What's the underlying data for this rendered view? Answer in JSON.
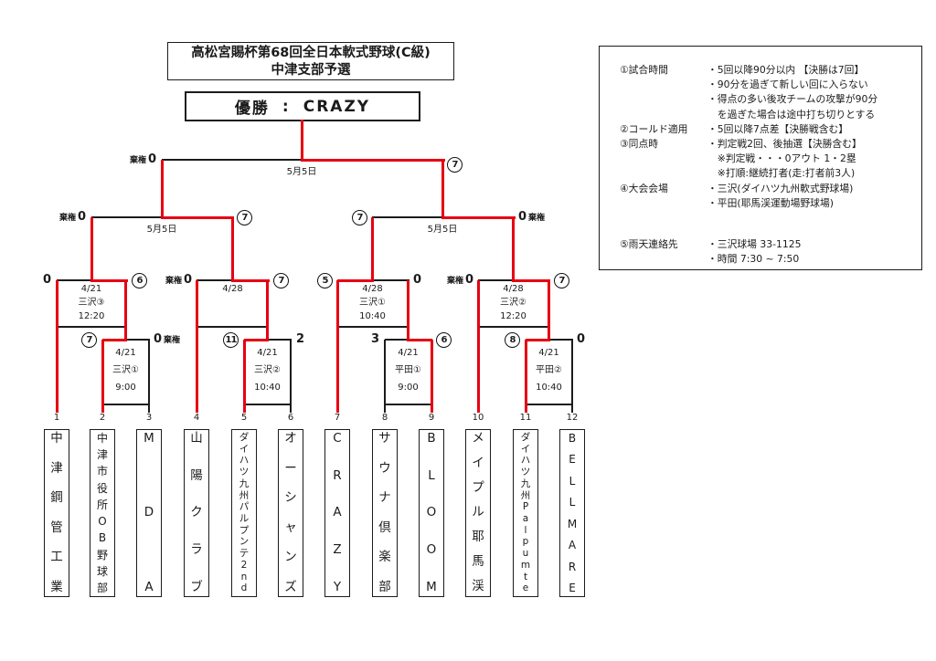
{
  "title": {
    "line1": "高松宮賜杯第68回全日本軟式野球(C級)",
    "line2": "中津支部予選"
  },
  "champion": {
    "label": "優勝",
    "separator": ":",
    "name": "CRAZY"
  },
  "colors": {
    "line_red": "#e60012",
    "line_black": "#1b1b1b"
  },
  "forfeit_note": "棄権",
  "rounds": {
    "final": {
      "date": "5月5日",
      "left": {
        "note": "棄権",
        "score": "0"
      },
      "right": {
        "score": "7",
        "circled": true
      }
    },
    "semi_left": {
      "date": "5月5日",
      "left": {
        "note": "棄権",
        "score": "0"
      },
      "right": {
        "score": "7",
        "circled": true
      }
    },
    "semi_right": {
      "date": "5月5日",
      "left": {
        "score": "7",
        "circled": true
      },
      "right": {
        "score": "0",
        "note": "棄権"
      }
    },
    "qf1": {
      "date": "4/21",
      "venue": "三沢③",
      "time": "12:20",
      "left": {
        "score": "0"
      },
      "right": {
        "score": "6",
        "circled": true
      }
    },
    "qf2": {
      "date": "4/28",
      "venue": "",
      "time": "",
      "left": {
        "note": "棄権",
        "score": "0"
      },
      "right": {
        "score": "7",
        "circled": true
      }
    },
    "qf3": {
      "date": "4/28",
      "venue": "三沢①",
      "time": "10:40",
      "left": {
        "score": "5",
        "circled": true
      },
      "right": {
        "score": "0"
      }
    },
    "qf4": {
      "date": "4/28",
      "venue": "三沢②",
      "time": "12:20",
      "left": {
        "note": "棄権",
        "score": "0"
      },
      "right": {
        "score": "7",
        "circled": true
      }
    },
    "r1a": {
      "date": "4/21",
      "venue": "三沢①",
      "time": "9:00",
      "left": {
        "score": "7",
        "circled": true
      },
      "right": {
        "score": "0",
        "note": "棄権"
      }
    },
    "r1b": {
      "date": "4/21",
      "venue": "三沢②",
      "time": "10:40",
      "left": {
        "score": "11",
        "circled": true
      },
      "right": {
        "score": "2"
      }
    },
    "r1c": {
      "date": "4/21",
      "venue": "平田①",
      "time": "9:00",
      "left": {
        "score": "3"
      },
      "right": {
        "score": "6",
        "circled": true
      }
    },
    "r1d": {
      "date": "4/21",
      "venue": "平田②",
      "time": "10:40",
      "left": {
        "score": "8",
        "circled": true
      },
      "right": {
        "score": "0"
      }
    }
  },
  "teams": [
    {
      "no": "1",
      "name": "中津鋼管工業",
      "line_red": true
    },
    {
      "no": "2",
      "name": "中津市役所OB野球部",
      "line_red": true
    },
    {
      "no": "3",
      "name": "MDA",
      "line_red": false
    },
    {
      "no": "4",
      "name": "山陽クラブ",
      "line_red": true
    },
    {
      "no": "5",
      "name": "ダイハツ九州パルプンテ2nd",
      "line_red": true
    },
    {
      "no": "6",
      "name": "オーシャンズ",
      "line_red": false
    },
    {
      "no": "7",
      "name": "CRAZY",
      "line_red": true
    },
    {
      "no": "8",
      "name": "サウナ倶楽部",
      "line_red": false
    },
    {
      "no": "9",
      "name": "BLOOM",
      "line_red": true
    },
    {
      "no": "10",
      "name": "メイプル耶馬渓",
      "line_red": true
    },
    {
      "no": "11",
      "name": "ダイハツ九州Palpumte",
      "line_red": true
    },
    {
      "no": "12",
      "name": "BELLMARE",
      "line_red": false
    }
  ],
  "info_box": {
    "rows": [
      {
        "label": "①試合時間",
        "text": "・5回以降90分以内 【決勝は7回】"
      },
      {
        "label": "",
        "text": "・90分を過ぎて新しい回に入らない"
      },
      {
        "label": "",
        "text": "・得点の多い後攻チームの攻撃が90分"
      },
      {
        "label": "",
        "text": "　を過ぎた場合は途中打ち切りとする"
      },
      {
        "label": "②コールド適用",
        "text": "・5回以降7点差【決勝戦含む】"
      },
      {
        "label": "③同点時",
        "text": "・判定戦2回、後抽選【決勝含む】"
      },
      {
        "label": "",
        "text": "　※判定戦・・・0アウト 1・2塁"
      },
      {
        "label": "",
        "text": "　※打順:継続打者(走:打者前3人)"
      },
      {
        "label": "④大会会場",
        "text": "・三沢(ダイハツ九州軟式野球場)"
      },
      {
        "label": "",
        "text": "・平田(耶馬渓運動場野球場)"
      },
      {
        "label": "⑤雨天連絡先",
        "text": "・三沢球場 33-1125",
        "gap": true
      },
      {
        "label": "",
        "text": "・時間 7:30 ~ 7:50"
      }
    ]
  }
}
